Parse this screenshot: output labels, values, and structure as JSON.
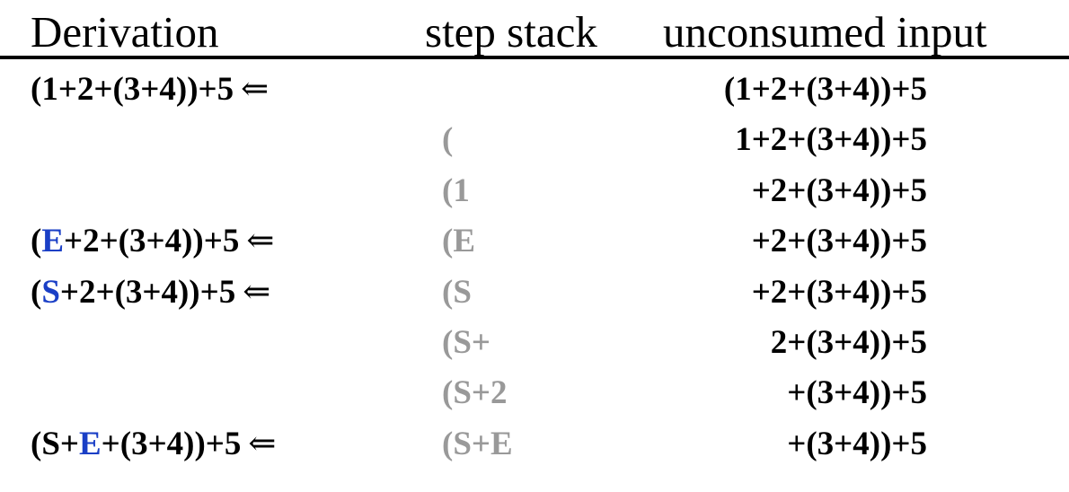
{
  "headers": {
    "derivation": "Derivation",
    "step_stack": "step stack",
    "unconsumed_input": "unconsumed input"
  },
  "colors": {
    "text": "#000000",
    "stack_gray": "#999999",
    "highlight_blue": "#1a3fc6"
  },
  "arrow_symbol": "⇐",
  "rows": [
    {
      "derivation": {
        "pre": "(1+2+(3+4))+5",
        "hl": "",
        "post": ""
      },
      "stack": "",
      "input": "(1+2+(3+4))+5"
    },
    {
      "derivation": null,
      "stack": "(",
      "input": "1+2+(3+4))+5"
    },
    {
      "derivation": null,
      "stack": "(1",
      "input": "+2+(3+4))+5"
    },
    {
      "derivation": {
        "pre": "(",
        "hl": "E",
        "post": "+2+(3+4))+5"
      },
      "stack": "(E",
      "input": "+2+(3+4))+5"
    },
    {
      "derivation": {
        "pre": "(",
        "hl": "S",
        "post": "+2+(3+4))+5"
      },
      "stack": "(S",
      "input": "+2+(3+4))+5"
    },
    {
      "derivation": null,
      "stack": "(S+",
      "input": "2+(3+4))+5"
    },
    {
      "derivation": null,
      "stack": "(S+2",
      "input": "+(3+4))+5"
    },
    {
      "derivation": {
        "pre": "(S+",
        "hl": "E",
        "post": "+(3+4))+5"
      },
      "stack": "(S+E",
      "input": "+(3+4))+5"
    }
  ]
}
